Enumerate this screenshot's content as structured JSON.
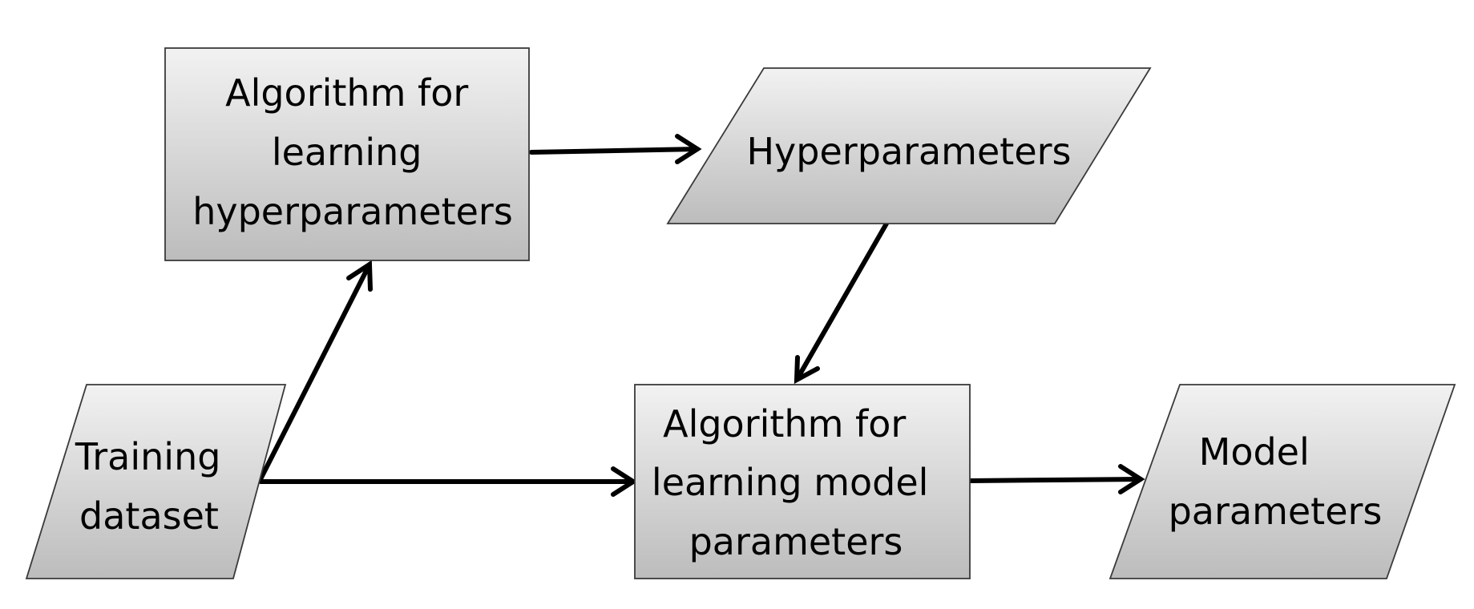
{
  "colors": {
    "shape_gradient_top": "#f2f2f2",
    "shape_gradient_bottom": "#bcbcbc",
    "shape_border": "#3a3a3a",
    "arrow": "#000000",
    "background": "#ffffff",
    "text": "#000000"
  },
  "nodes": {
    "algorithm_hyperparameters": {
      "shape": "rectangle",
      "lines": [
        "Algorithm for",
        "learning",
        "hyperparameters"
      ]
    },
    "hyperparameters": {
      "shape": "parallelogram",
      "lines": [
        "Hyperparameters"
      ]
    },
    "training_dataset": {
      "shape": "parallelogram",
      "lines": [
        "Training",
        "dataset"
      ]
    },
    "algorithm_model_parameters": {
      "shape": "rectangle",
      "lines": [
        "Algorithm for",
        "learning model",
        "parameters"
      ]
    },
    "model_parameters": {
      "shape": "parallelogram",
      "lines": [
        "Model",
        "parameters"
      ]
    }
  },
  "edges": [
    {
      "from": "algorithm_hyperparameters",
      "to": "hyperparameters"
    },
    {
      "from": "hyperparameters",
      "to": "algorithm_model_parameters"
    },
    {
      "from": "training_dataset",
      "to": "algorithm_hyperparameters"
    },
    {
      "from": "training_dataset",
      "to": "algorithm_model_parameters"
    },
    {
      "from": "algorithm_model_parameters",
      "to": "model_parameters"
    }
  ]
}
